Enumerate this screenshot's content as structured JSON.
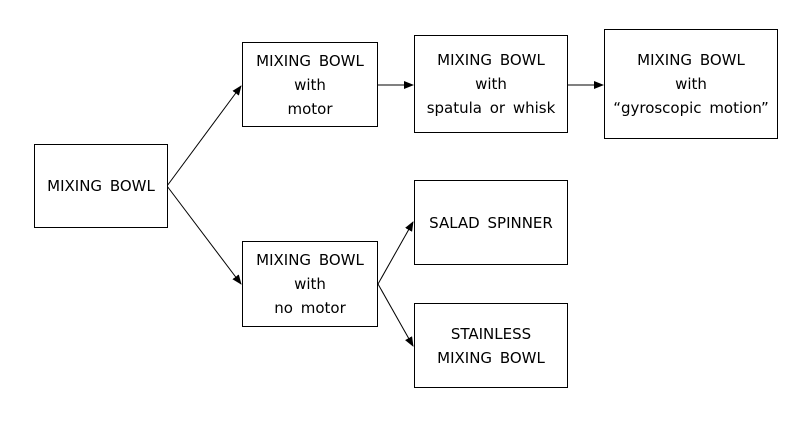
{
  "nodes": {
    "root": {
      "lines": [
        "MIXING BOWL"
      ]
    },
    "motor": {
      "lines": [
        "MIXING BOWL",
        "with",
        "motor"
      ]
    },
    "spatula": {
      "lines": [
        "MIXING BOWL",
        "with",
        "spatula or whisk"
      ]
    },
    "gyro": {
      "lines": [
        "MIXING BOWL",
        "with",
        "“gyroscopic motion”"
      ]
    },
    "no_motor": {
      "lines": [
        "MIXING BOWL",
        "with",
        "no motor"
      ]
    },
    "salad": {
      "lines": [
        "SALAD SPINNER"
      ]
    },
    "stainless": {
      "lines": [
        "STAINLESS",
        "MIXING BOWL"
      ]
    }
  },
  "edges": [
    {
      "from": "root",
      "to": "motor"
    },
    {
      "from": "motor",
      "to": "spatula"
    },
    {
      "from": "spatula",
      "to": "gyro"
    },
    {
      "from": "root",
      "to": "no_motor"
    },
    {
      "from": "no_motor",
      "to": "salad"
    },
    {
      "from": "no_motor",
      "to": "stainless"
    }
  ],
  "colors": {
    "line": "#000000",
    "box_border": "#000000",
    "background": "#ffffff"
  }
}
